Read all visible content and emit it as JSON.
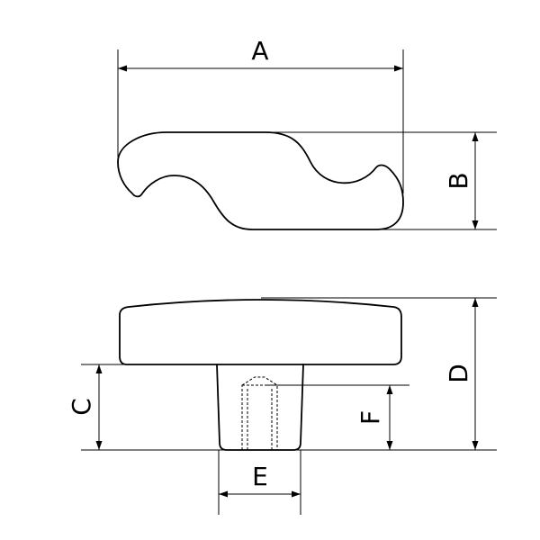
{
  "drawing": {
    "dimension_labels": {
      "a": "A",
      "b": "B",
      "c": "C",
      "d": "D",
      "e": "E",
      "f": "F"
    }
  }
}
